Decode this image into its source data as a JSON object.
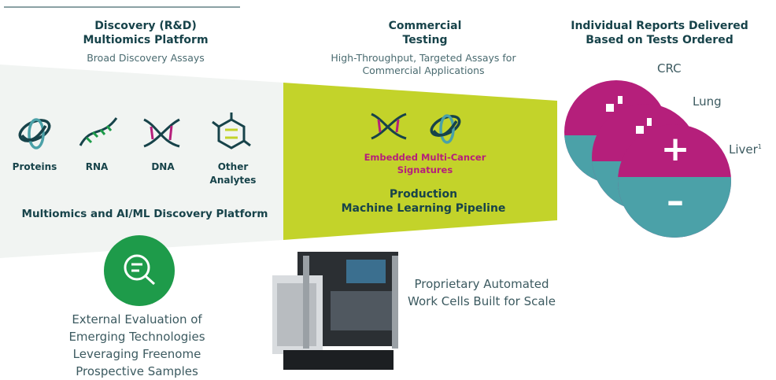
{
  "discovery": {
    "title_line1": "Discovery (R&D)",
    "title_line2": "Multiomics Platform",
    "subtitle": "Broad Discovery Assays",
    "analytes": [
      {
        "label": "Proteins",
        "icon": "protein-icon"
      },
      {
        "label": "RNA",
        "icon": "rna-icon"
      },
      {
        "label": "DNA",
        "icon": "dna-icon"
      },
      {
        "label_line1": "Other",
        "label_line2": "Analytes",
        "icon": "molecule-icon"
      }
    ],
    "platform_label": "Multiomics and AI/ML Discovery Platform",
    "evaluation_line1": "External Evaluation of",
    "evaluation_line2": "Emerging Technologies",
    "evaluation_line3": "Leveraging Freenome",
    "evaluation_line4": "Prospective Samples"
  },
  "commercial": {
    "title_line1": "Commercial",
    "title_line2": "Testing",
    "subtitle_line1": "High-Throughput, Targeted Assays for",
    "subtitle_line2": "Commercial Applications",
    "signatures_line1": "Embedded Multi-Cancer",
    "signatures_line2": "Signatures",
    "pipeline_line1": "Production",
    "pipeline_line2": "Machine Learning Pipeline",
    "workcell_line1": "Proprietary Automated",
    "workcell_line2": "Work Cells Built for Scale"
  },
  "reports": {
    "title_line1": "Individual Reports Delivered",
    "title_line2": "Based on Tests Ordered",
    "labels": [
      "CRC",
      "Lung",
      "Liver"
    ],
    "footnote": "1",
    "plus": "+",
    "minus": "–"
  },
  "colors": {
    "teal_dark": "#17434a",
    "lime": "#c3d32a",
    "magenta": "#b51f7b",
    "teal_disc": "#4ba1a8",
    "green": "#1e9b4a",
    "panel_grey": "#f1f4f2"
  }
}
